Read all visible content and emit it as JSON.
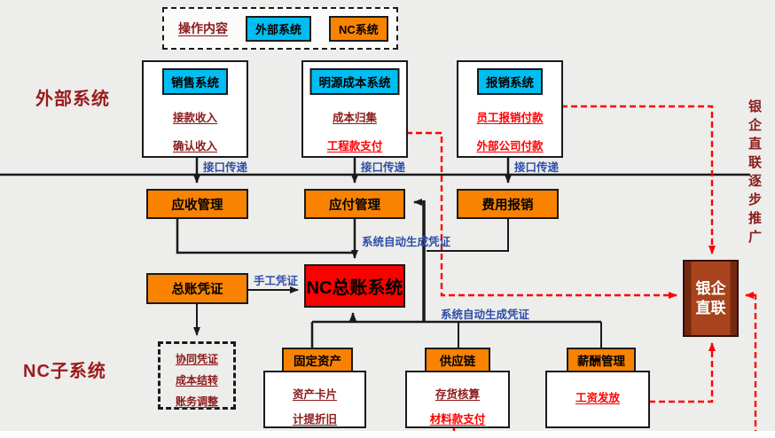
{
  "legend": {
    "title": "操作内容",
    "external_chip": "外部系统",
    "nc_chip": "NC系统"
  },
  "side_labels": {
    "external": "外部系统",
    "nc_sub": "NC子系统"
  },
  "external_systems": [
    {
      "name": "销售系统",
      "items": [
        "接款收入",
        "确认收入"
      ]
    },
    {
      "name": "明源成本系统",
      "items": [
        "成本归集",
        "工程款支付"
      ]
    },
    {
      "name": "报销系统",
      "items": [
        "员工报销付款",
        "外部公司付款"
      ]
    }
  ],
  "nc_mid_modules": [
    "应收管理",
    "应付管理",
    "费用报销"
  ],
  "interface_labels": [
    "接口传递",
    "接口传递",
    "接口传递"
  ],
  "auto_voucher_labels": [
    "系统自动生成凭证",
    "系统自动生成凭证"
  ],
  "manual_voucher_label": "手工凭证",
  "nc_ledger": {
    "name": "NC总账系统",
    "gl_voucher": "总账凭证"
  },
  "adjust_box": {
    "items": [
      "协同凭证",
      "成本结转",
      "账务调整"
    ]
  },
  "nc_sub_modules": [
    {
      "name": "固定资产",
      "items": [
        "资产卡片",
        "计提折旧"
      ]
    },
    {
      "name": "供应链",
      "items": [
        "存货核算",
        "材料款支付"
      ]
    },
    {
      "name": "薪酬管理",
      "items": [
        "工资发放"
      ]
    }
  ],
  "bank": {
    "line1": "银企",
    "line2": "直联",
    "side_note": "银企直联逐步推广"
  },
  "colors": {
    "external_header_cyan": "#00BEF2",
    "nc_orange": "#F98300",
    "nc_ledger_red": "#FB0000",
    "bank_brown": "#A8431D",
    "dark_red_text": "#8B1A1A",
    "bright_red_text": "#FF0000",
    "flow_label_blue": "#2F4DA8",
    "connector_red": "#FF0000",
    "connector_black": "#1a1a1a"
  }
}
